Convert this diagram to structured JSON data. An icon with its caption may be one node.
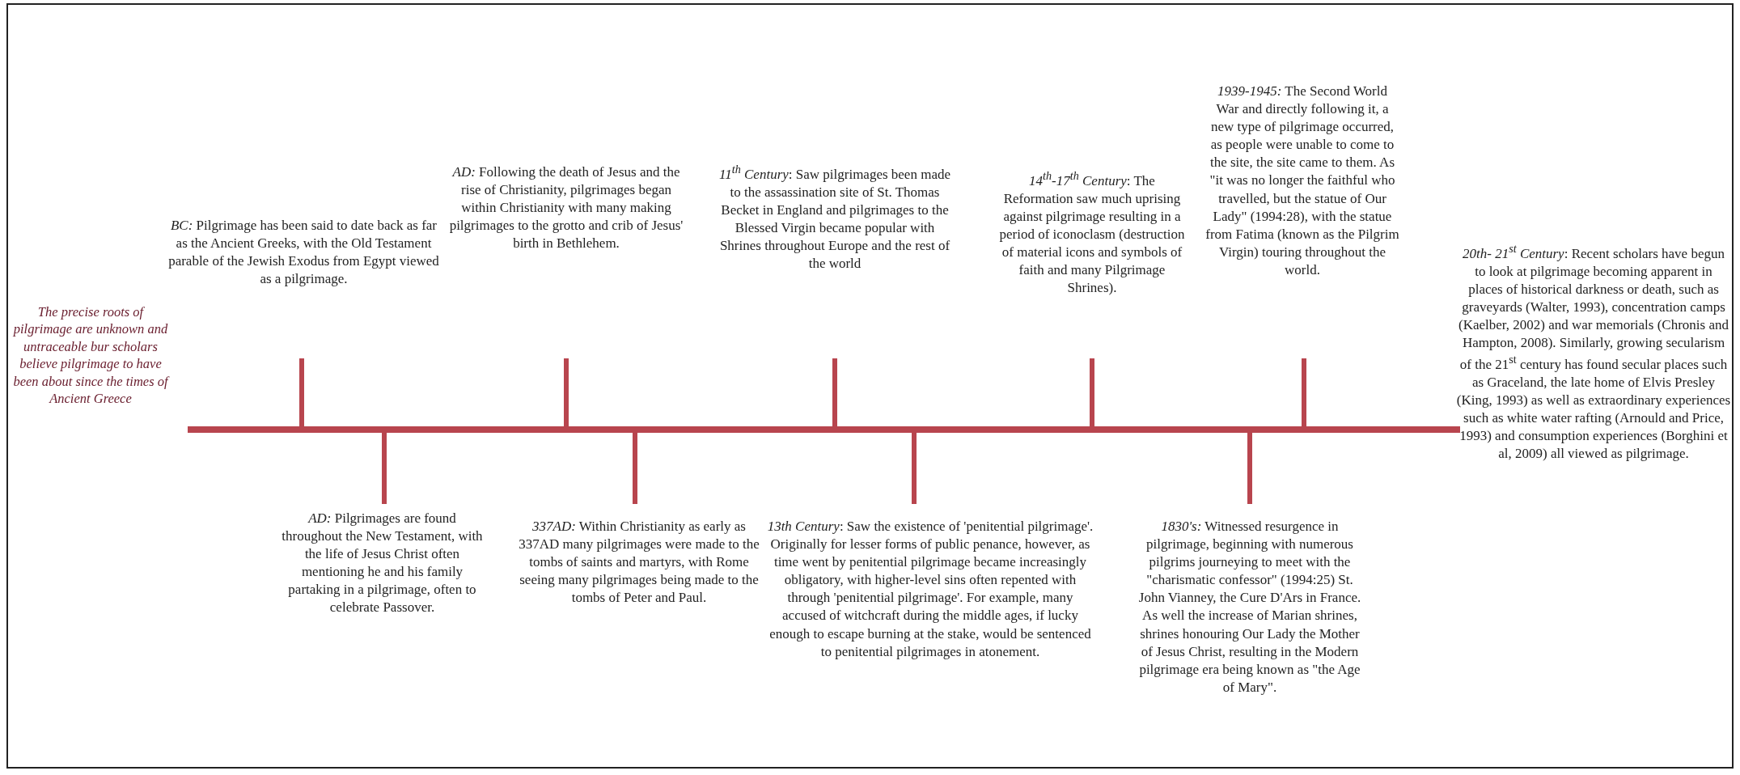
{
  "diagram": {
    "labels": [
      "The precise roots of pilgrimage are unknown and untraceable bur scholars believe pilgrimage to have been about since the times of Ancient Greece",
      "*BC:* Pilgrimage has been said to date back as far as the Ancient Greeks, with the Old Testament parable of the Jewish Exodus from Egypt viewed as a pilgrimage.",
      "*AD:* Following the death of Jesus and the rise of Christianity, pilgrimages began within Christianity with many making pilgrimages to the grotto and crib of Jesus' birth in Bethlehem.",
      "*11$^{th}$ Century*: Saw pilgrimages been made to the assassination site of St. Thomas Becket in England and pilgrimages to the Blessed Virgin became popular with Shrines throughout Europe and the rest of the world",
      "*14$^{th}$-17$^{th}$ Century*: The Reformation saw much uprising against pilgrimage resulting in a period of iconoclasm (destruction of material icons and symbols of faith and many Pilgrimage Shrines).",
      "*1939-1945:* The Second World War and directly following it, a new type of pilgrimage occurred, as people were unable to come to the site, the site came to them. As \"it was no longer the faithful who travelled, but the statue of Our Lady\" (1994:28), with the statue from Fatima (known as the Pilgrim Virgin) touring throughout the world.",
      "*20th- 21$^{st}$ Century*: Recent scholars have begun to look at pilgrimage becoming apparent in places of historical darkness or death, such as graveyards (Walter, 1993), concentration camps (Kaelber, 2002) and war memorials (Chronis and Hampton, 2008). Similarly, growing secularism of the 21$^{st}$ century has found secular places such as Graceland, the late home of Elvis Presley (King, 1993) as well as extraordinary experiences such as white water rafting (Arnould and Price, 1993) and consumption experiences (Borghini et al, 2009) all viewed as pilgrimage.",
      "*AD:* Pilgrimages are found throughout the New Testament, with the life of Jesus Christ often mentioning he and his family partaking in a pilgrimage, often to celebrate Passover.",
      "*337AD:* Within Christianity as early as 337AD many pilgrimages were made to the tombs of saints and martyrs, with Rome seeing many pilgrimages being made to the tombs of Peter and Paul.",
      "*13th Century*: Saw the existence of 'penitential pilgrimage'. Originally for lesser forms of public penance, however, as time went by penitential pilgrimage became increasingly obligatory, with higher-level sins often repented with through 'penitential pilgrimage'. For example, many accused of witchcraft during the middle ages, if lucky enough to escape burning at the stake, would be sentenced to penitential pilgrimages in atonement.",
      "*1830's:* Witnessed resurgence in pilgrimage, beginning with numerous pilgrims journeying to meet with the \"charismatic confessor\" (1994:25) St. John Vianney, the Cure D'Ars in France. As well the increase of Marian shrines, shrines honouring Our Lady the Mother of Jesus Christ, resulting in the Modern pilgrimage era being known as \"the Age of Mary\"."
    ]
  }
}
